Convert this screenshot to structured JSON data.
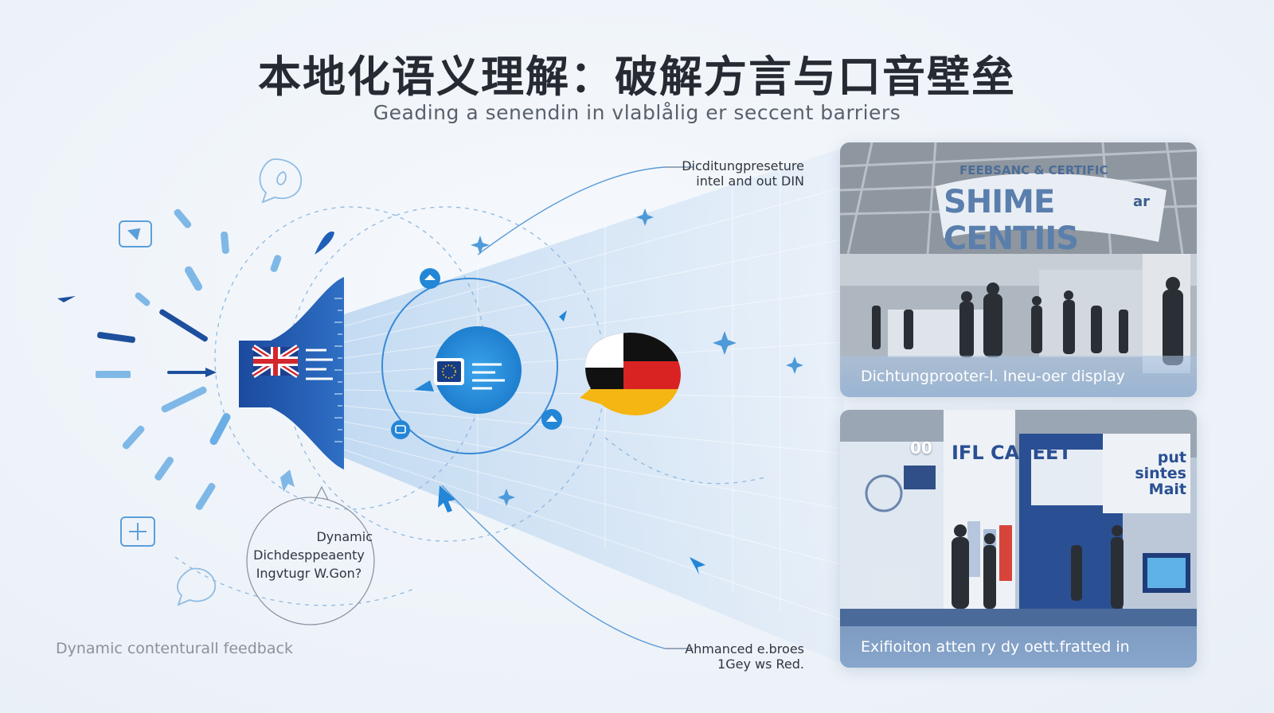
{
  "header": {
    "title": "本地化语义理解：破解方言与口音壁垒",
    "subtitle": "Geading a senendin in vlablålig er seccent barriers"
  },
  "callouts": {
    "top_right": [
      "Dicditungpreseture",
      "intel and out DIN"
    ],
    "bottom_right": [
      "Ahmanced e.broes",
      "1Gey ws Red."
    ],
    "bubble": [
      "Dynamic",
      "Dichdesppeaenty",
      "Ingvtugr W.Gon?"
    ]
  },
  "footer_note": "Dynamic contenturall feedback",
  "panels": [
    {
      "caption": "Dichtungprooter-l. Ineu-oer display",
      "sign_small": "FEEBSANC & CERTIFIC",
      "sign_large": "SHIME CENTIIS",
      "sign_badge": "ar"
    },
    {
      "caption": "Exifioiton atten ry dy oett.fratted in",
      "sign_left": "IFL CAFEET",
      "sign_right": [
        "put",
        "sintes",
        "Mait"
      ],
      "sign_small": "00"
    }
  ],
  "icons": [
    "uk-flag-icon",
    "eu-flag-icon",
    "german-flag-speech-icon",
    "megaphone-icon",
    "chat-bubble-icon",
    "plus-icon",
    "sparkle-icon",
    "cursor-arrow-icon"
  ],
  "colors": {
    "primary_blue": "#1f4fa3",
    "accent_blue": "#2f8fd8",
    "light_blue": "#7fb8e6",
    "title_text": "#262b33"
  }
}
